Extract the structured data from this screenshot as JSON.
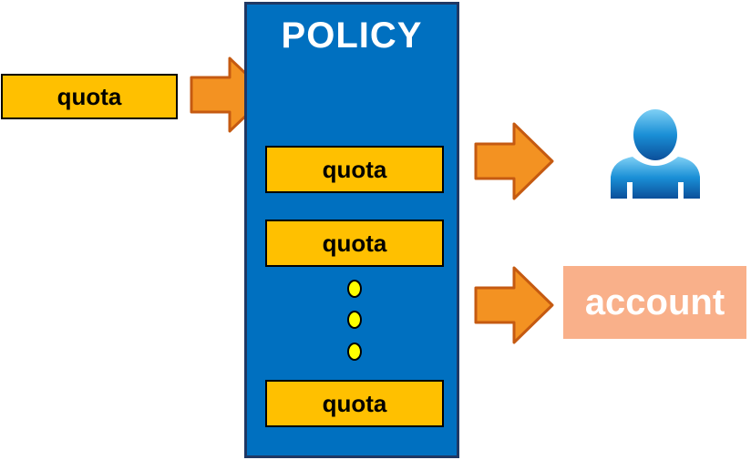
{
  "input": {
    "quota_label": "quota"
  },
  "policy": {
    "title": "POLICY",
    "quotas": [
      "quota",
      "quota",
      "quota"
    ]
  },
  "outputs": {
    "account_label": "account",
    "user_icon": "user-icon"
  },
  "colors": {
    "quota_fill": "#ffc000",
    "policy_fill": "#0070c0",
    "arrow_fill": "#f39222",
    "arrow_stroke": "#c55a11",
    "account_fill": "#f9b08a",
    "dot_fill": "#ffff00",
    "user_icon_fill": "#1a8fd6"
  }
}
